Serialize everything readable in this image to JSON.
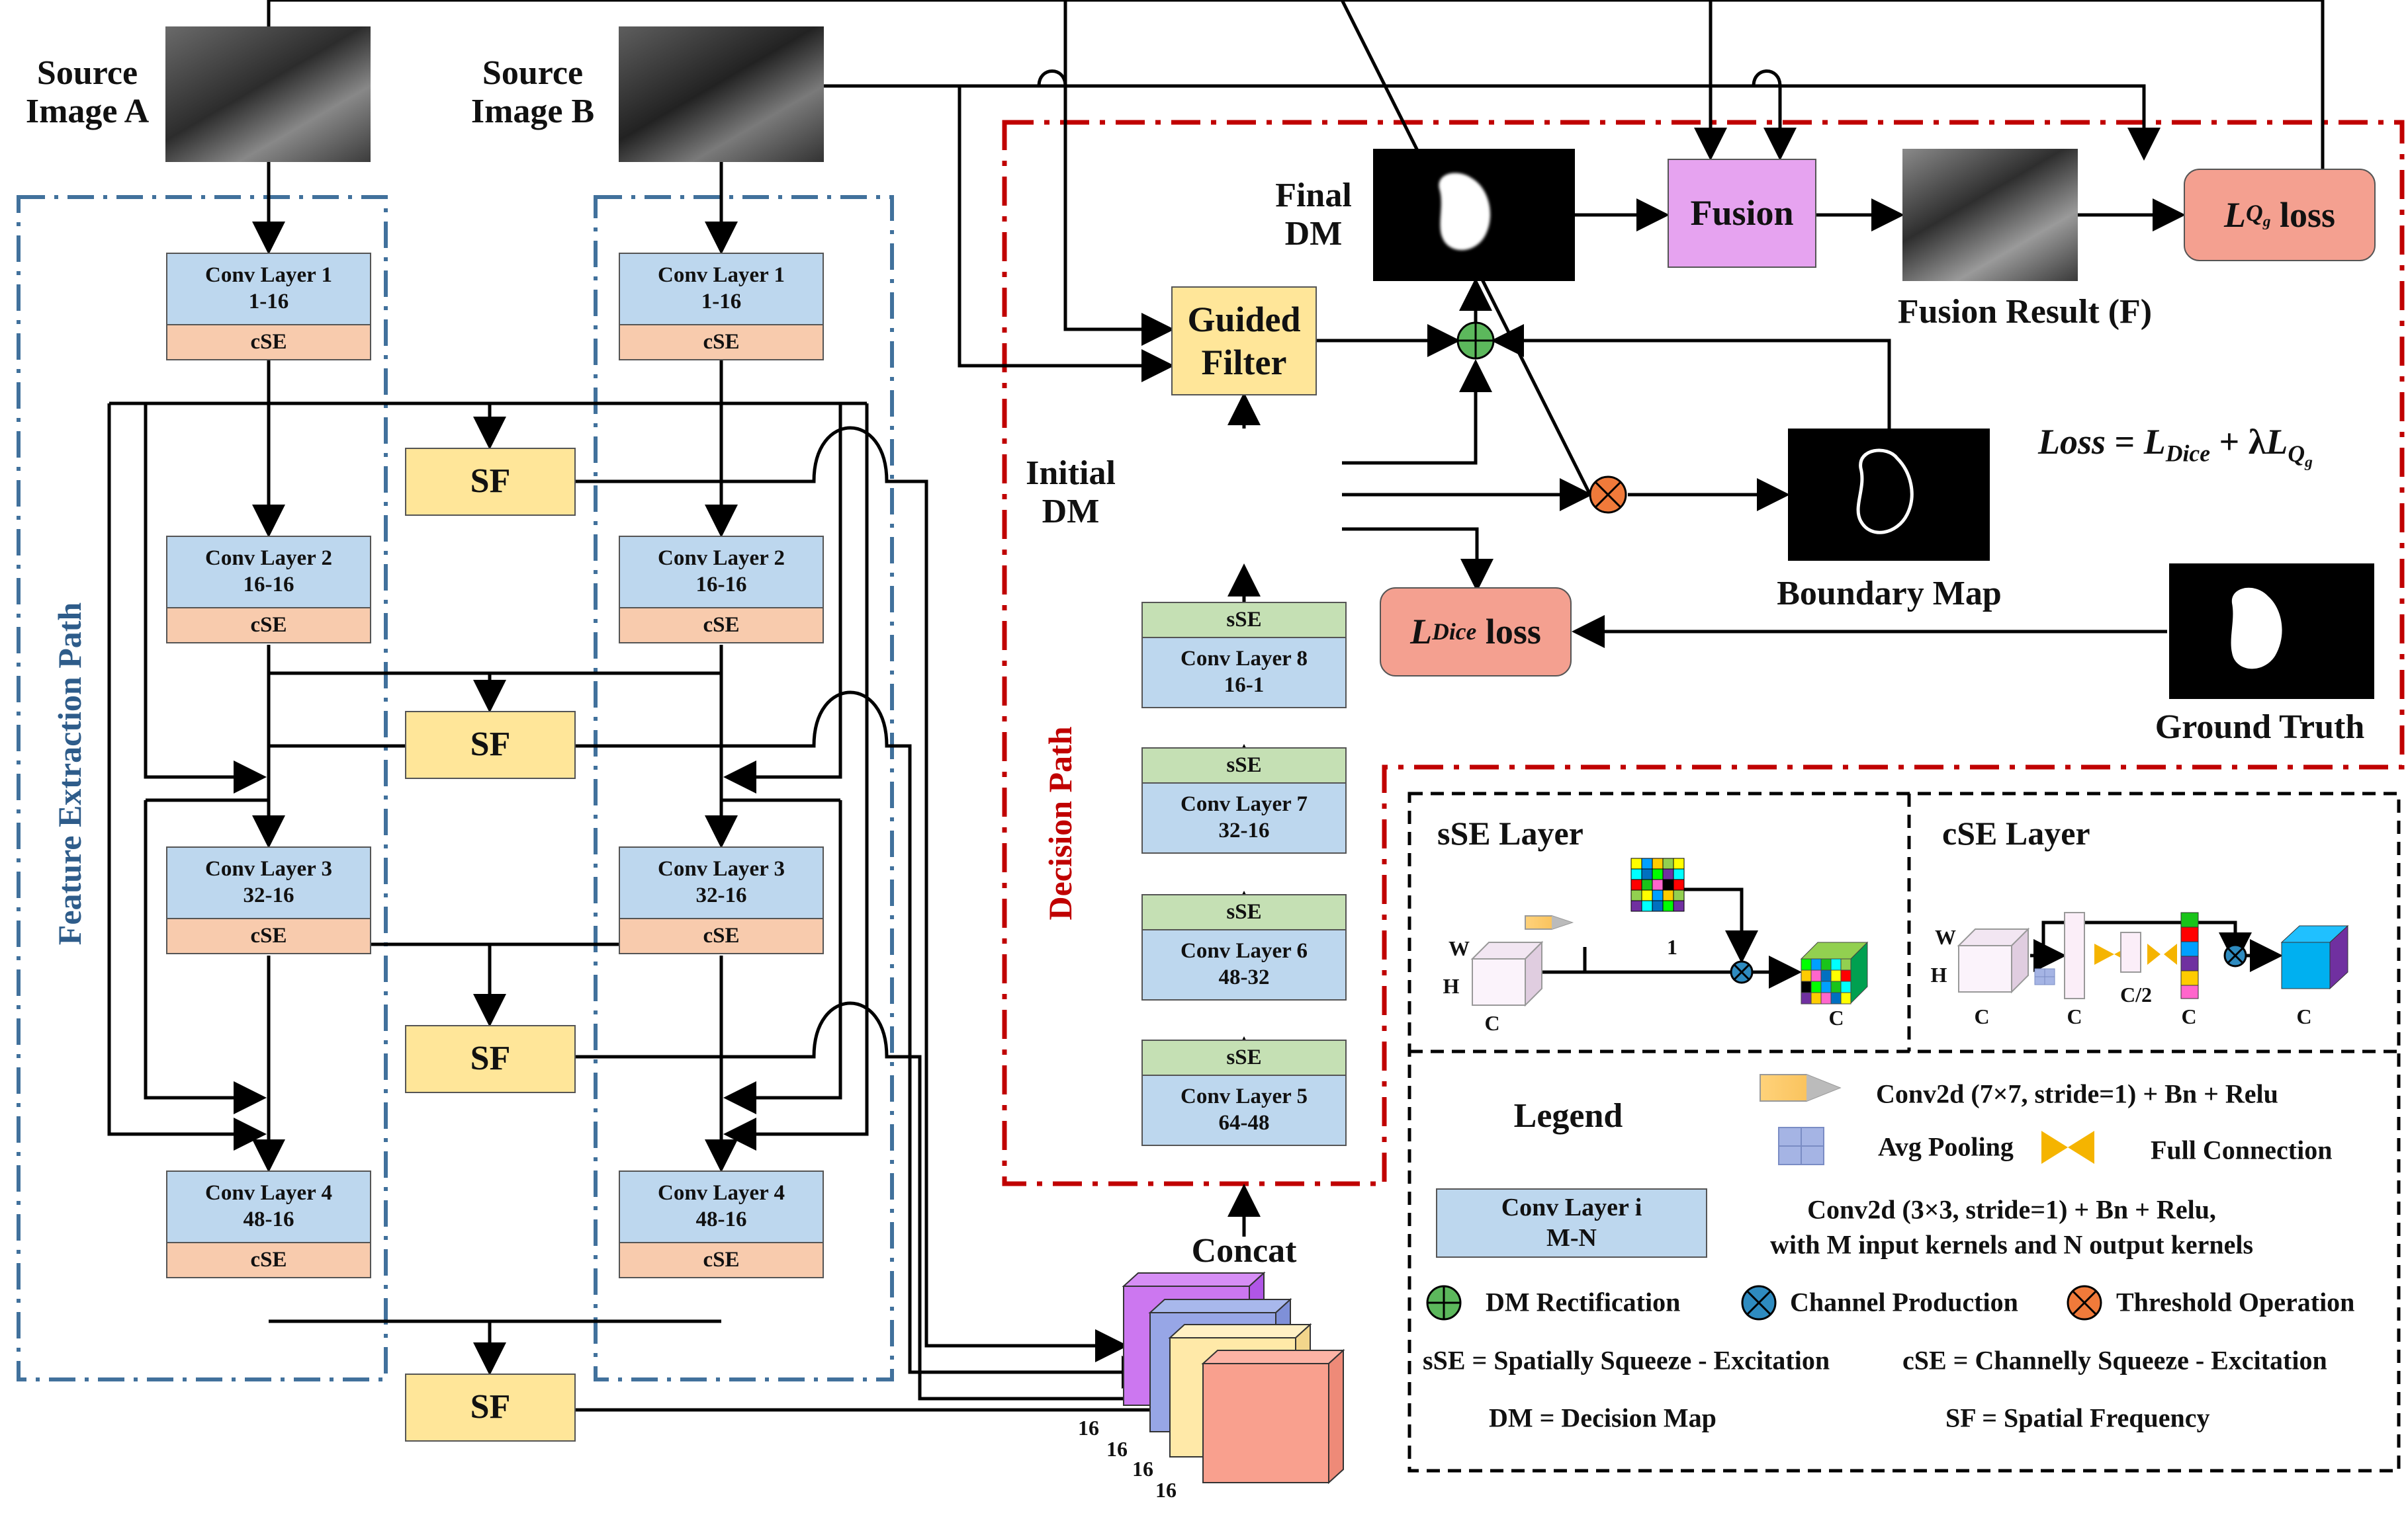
{
  "sources": {
    "a_label": "Source\nImage A",
    "b_label": "Source\nImage B"
  },
  "conv_layers_left": [
    {
      "name": "Conv Layer 1",
      "dims": "1-16",
      "att": "cSE"
    },
    {
      "name": "Conv Layer 2",
      "dims": "16-16",
      "att": "cSE"
    },
    {
      "name": "Conv Layer 3",
      "dims": "32-16",
      "att": "cSE"
    },
    {
      "name": "Conv Layer 4",
      "dims": "48-16",
      "att": "cSE"
    }
  ],
  "conv_layers_right": [
    {
      "name": "Conv Layer 1",
      "dims": "1-16",
      "att": "cSE"
    },
    {
      "name": "Conv Layer 2",
      "dims": "16-16",
      "att": "cSE"
    },
    {
      "name": "Conv Layer 3",
      "dims": "32-16",
      "att": "cSE"
    },
    {
      "name": "Conv Layer 4",
      "dims": "48-16",
      "att": "cSE"
    }
  ],
  "sf_label": "SF",
  "feature_path_label": "Feature Extraction Path",
  "decision_path_label": "Decision Path",
  "decision_layers": [
    {
      "att": "sSE",
      "name": "Conv Layer 8",
      "dims": "16-1"
    },
    {
      "att": "sSE",
      "name": "Conv Layer 7",
      "dims": "32-16"
    },
    {
      "att": "sSE",
      "name": "Conv Layer 6",
      "dims": "48-32"
    },
    {
      "att": "sSE",
      "name": "Conv Layer 5",
      "dims": "64-48"
    }
  ],
  "concat": {
    "label": "Concat",
    "channels": [
      "16",
      "16",
      "16",
      "16"
    ]
  },
  "decision": {
    "initial_dm": "Initial\nDM",
    "final_dm": "Final\nDM",
    "guided_filter": "Guided\nFilter",
    "fusion": "Fusion",
    "fusion_result": "Fusion Result (F)",
    "boundary_map": "Boundary Map",
    "ground_truth": "Ground Truth",
    "dice_loss_sym": "L",
    "dice_loss_sub": "Dice",
    "dice_loss_word": "loss",
    "qg_loss_sym": "L",
    "qg_loss_sub": "Q",
    "qg_loss_subsub": "g",
    "qg_loss_word": "loss",
    "loss_formula": {
      "lhs": "Loss",
      "eq": "=",
      "l1": "L",
      "s1": "Dice",
      "plus": "+ λ",
      "l2": "L",
      "s2": "Q",
      "s2g": "g"
    }
  },
  "sse_panel": {
    "title": "sSE Layer",
    "w": "W",
    "h": "H",
    "c1": "C",
    "one": "1",
    "c2": "C"
  },
  "cse_panel": {
    "title": "cSE Layer",
    "w": "W",
    "h": "H",
    "c1": "C",
    "c2": "C",
    "c3": "C/2",
    "c4": "C",
    "c5": "C"
  },
  "legend": {
    "title": "Legend",
    "conv2d_7": "Conv2d (7×7, stride=1) + Bn + Relu",
    "avg_pool": "Avg Pooling",
    "full_conn": "Full Connection",
    "conv_box_name": "Conv Layer i",
    "conv_box_dims": "M-N",
    "conv2d_3_line1": "Conv2d (3×3, stride=1) + Bn + Relu,",
    "conv2d_3_line2": "with M input kernels and N output kernels",
    "dm_rect": "DM Rectification",
    "chan_prod": "Channel Production",
    "thresh": "Threshold Operation",
    "sse_def": "sSE = Spatially Squeeze - Excitation",
    "cse_def": "cSE = Channelly Squeeze - Excitation",
    "dm_def": "DM = Decision Map",
    "sf_def": "SF = Spatial Frequency"
  },
  "colors": {
    "conv": "#bdd7ee",
    "cse": "#f8cbad",
    "sse": "#c5e0b4",
    "sf": "#ffe699",
    "fusion": "#e6a3f0",
    "loss": "#f4a090",
    "decision_border": "#c00000",
    "feature_border": "#41719c",
    "rect_op": "#5cb85c",
    "prod_op": "#2e8bc0",
    "thresh_op": "#f07a3a"
  },
  "icons": [
    "plus-circle-icon",
    "times-circle-icon",
    "threshold-icon",
    "conv7-prism-icon",
    "avg-pool-icon",
    "full-connection-icon"
  ]
}
